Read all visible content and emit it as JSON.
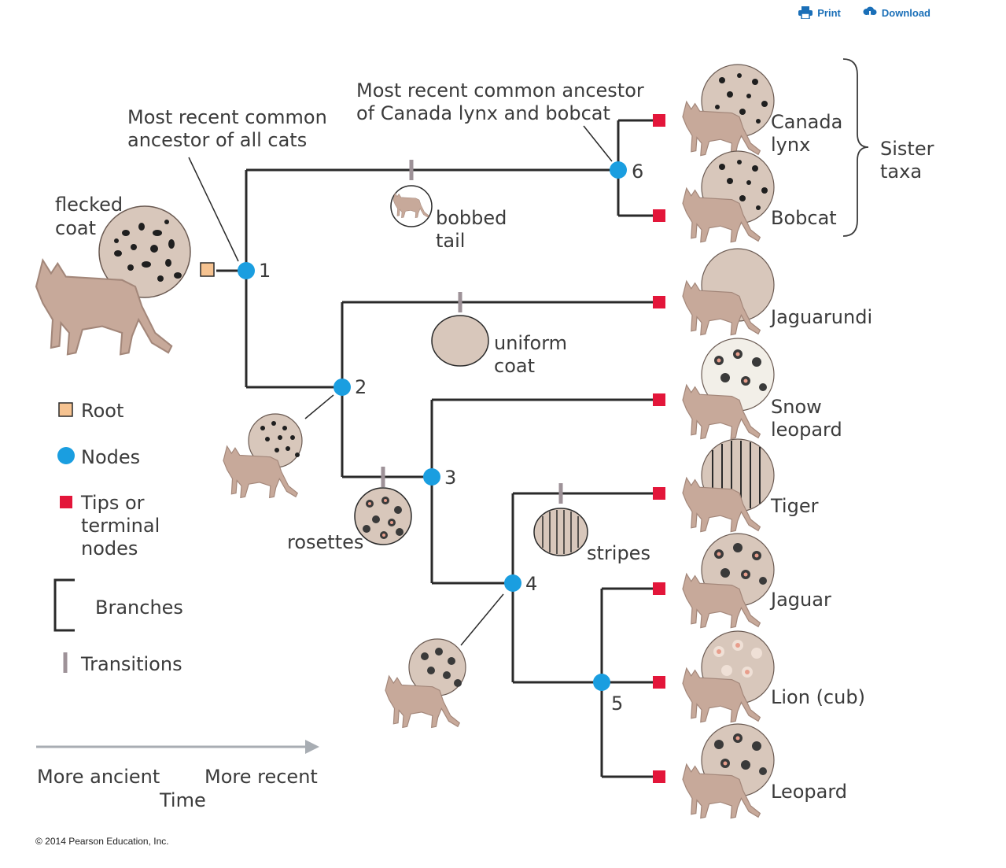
{
  "toolbar": {
    "print_label": "Print",
    "download_label": "Download"
  },
  "callouts": {
    "mrca_all_line1": "Most recent common",
    "mrca_all_line2": "ancestor of all cats",
    "mrca_lynx_line1": "Most recent common ancestor",
    "mrca_lynx_line2": "of Canada lynx and bobcat"
  },
  "root_traits": {
    "line1": "flecked",
    "line2": "coat"
  },
  "nodes": [
    "1",
    "2",
    "3",
    "4",
    "5",
    "6"
  ],
  "transitions": {
    "bobbed_line1": "bobbed",
    "bobbed_line2": "tail",
    "uniform_line1": "uniform",
    "uniform_line2": "coat",
    "rosettes": "rosettes",
    "stripes": "stripes"
  },
  "taxa": {
    "canada_lynx_line1": "Canada",
    "canada_lynx_line2": "lynx",
    "bobcat": "Bobcat",
    "jaguarundi": "Jaguarundi",
    "snow_leopard_line1": "Snow",
    "snow_leopard_line2": "leopard",
    "tiger": "Tiger",
    "jaguar": "Jaguar",
    "lion": "Lion (cub)",
    "leopard": "Leopard"
  },
  "sister": {
    "line1": "Sister",
    "line2": "taxa"
  },
  "legend": {
    "root": "Root",
    "nodes": "Nodes",
    "tips_line1": "Tips or",
    "tips_line2": "terminal",
    "tips_line3": "nodes",
    "branches": "Branches",
    "transitions": "Transitions"
  },
  "time_axis": {
    "ancient": "More ancient",
    "recent": "More recent",
    "label": "Time"
  },
  "copyright": "© 2014 Pearson Education, Inc.",
  "colors": {
    "node": "#1a9ee0",
    "tip": "#e3163a",
    "root": "#f6c391",
    "branch": "#2a2a2a",
    "transition": "#9e9298",
    "cat": "#c7a99a",
    "coat_bg": "#d8c7bb",
    "spot": "#1f1f1f",
    "rosette": "#e89e8c"
  }
}
